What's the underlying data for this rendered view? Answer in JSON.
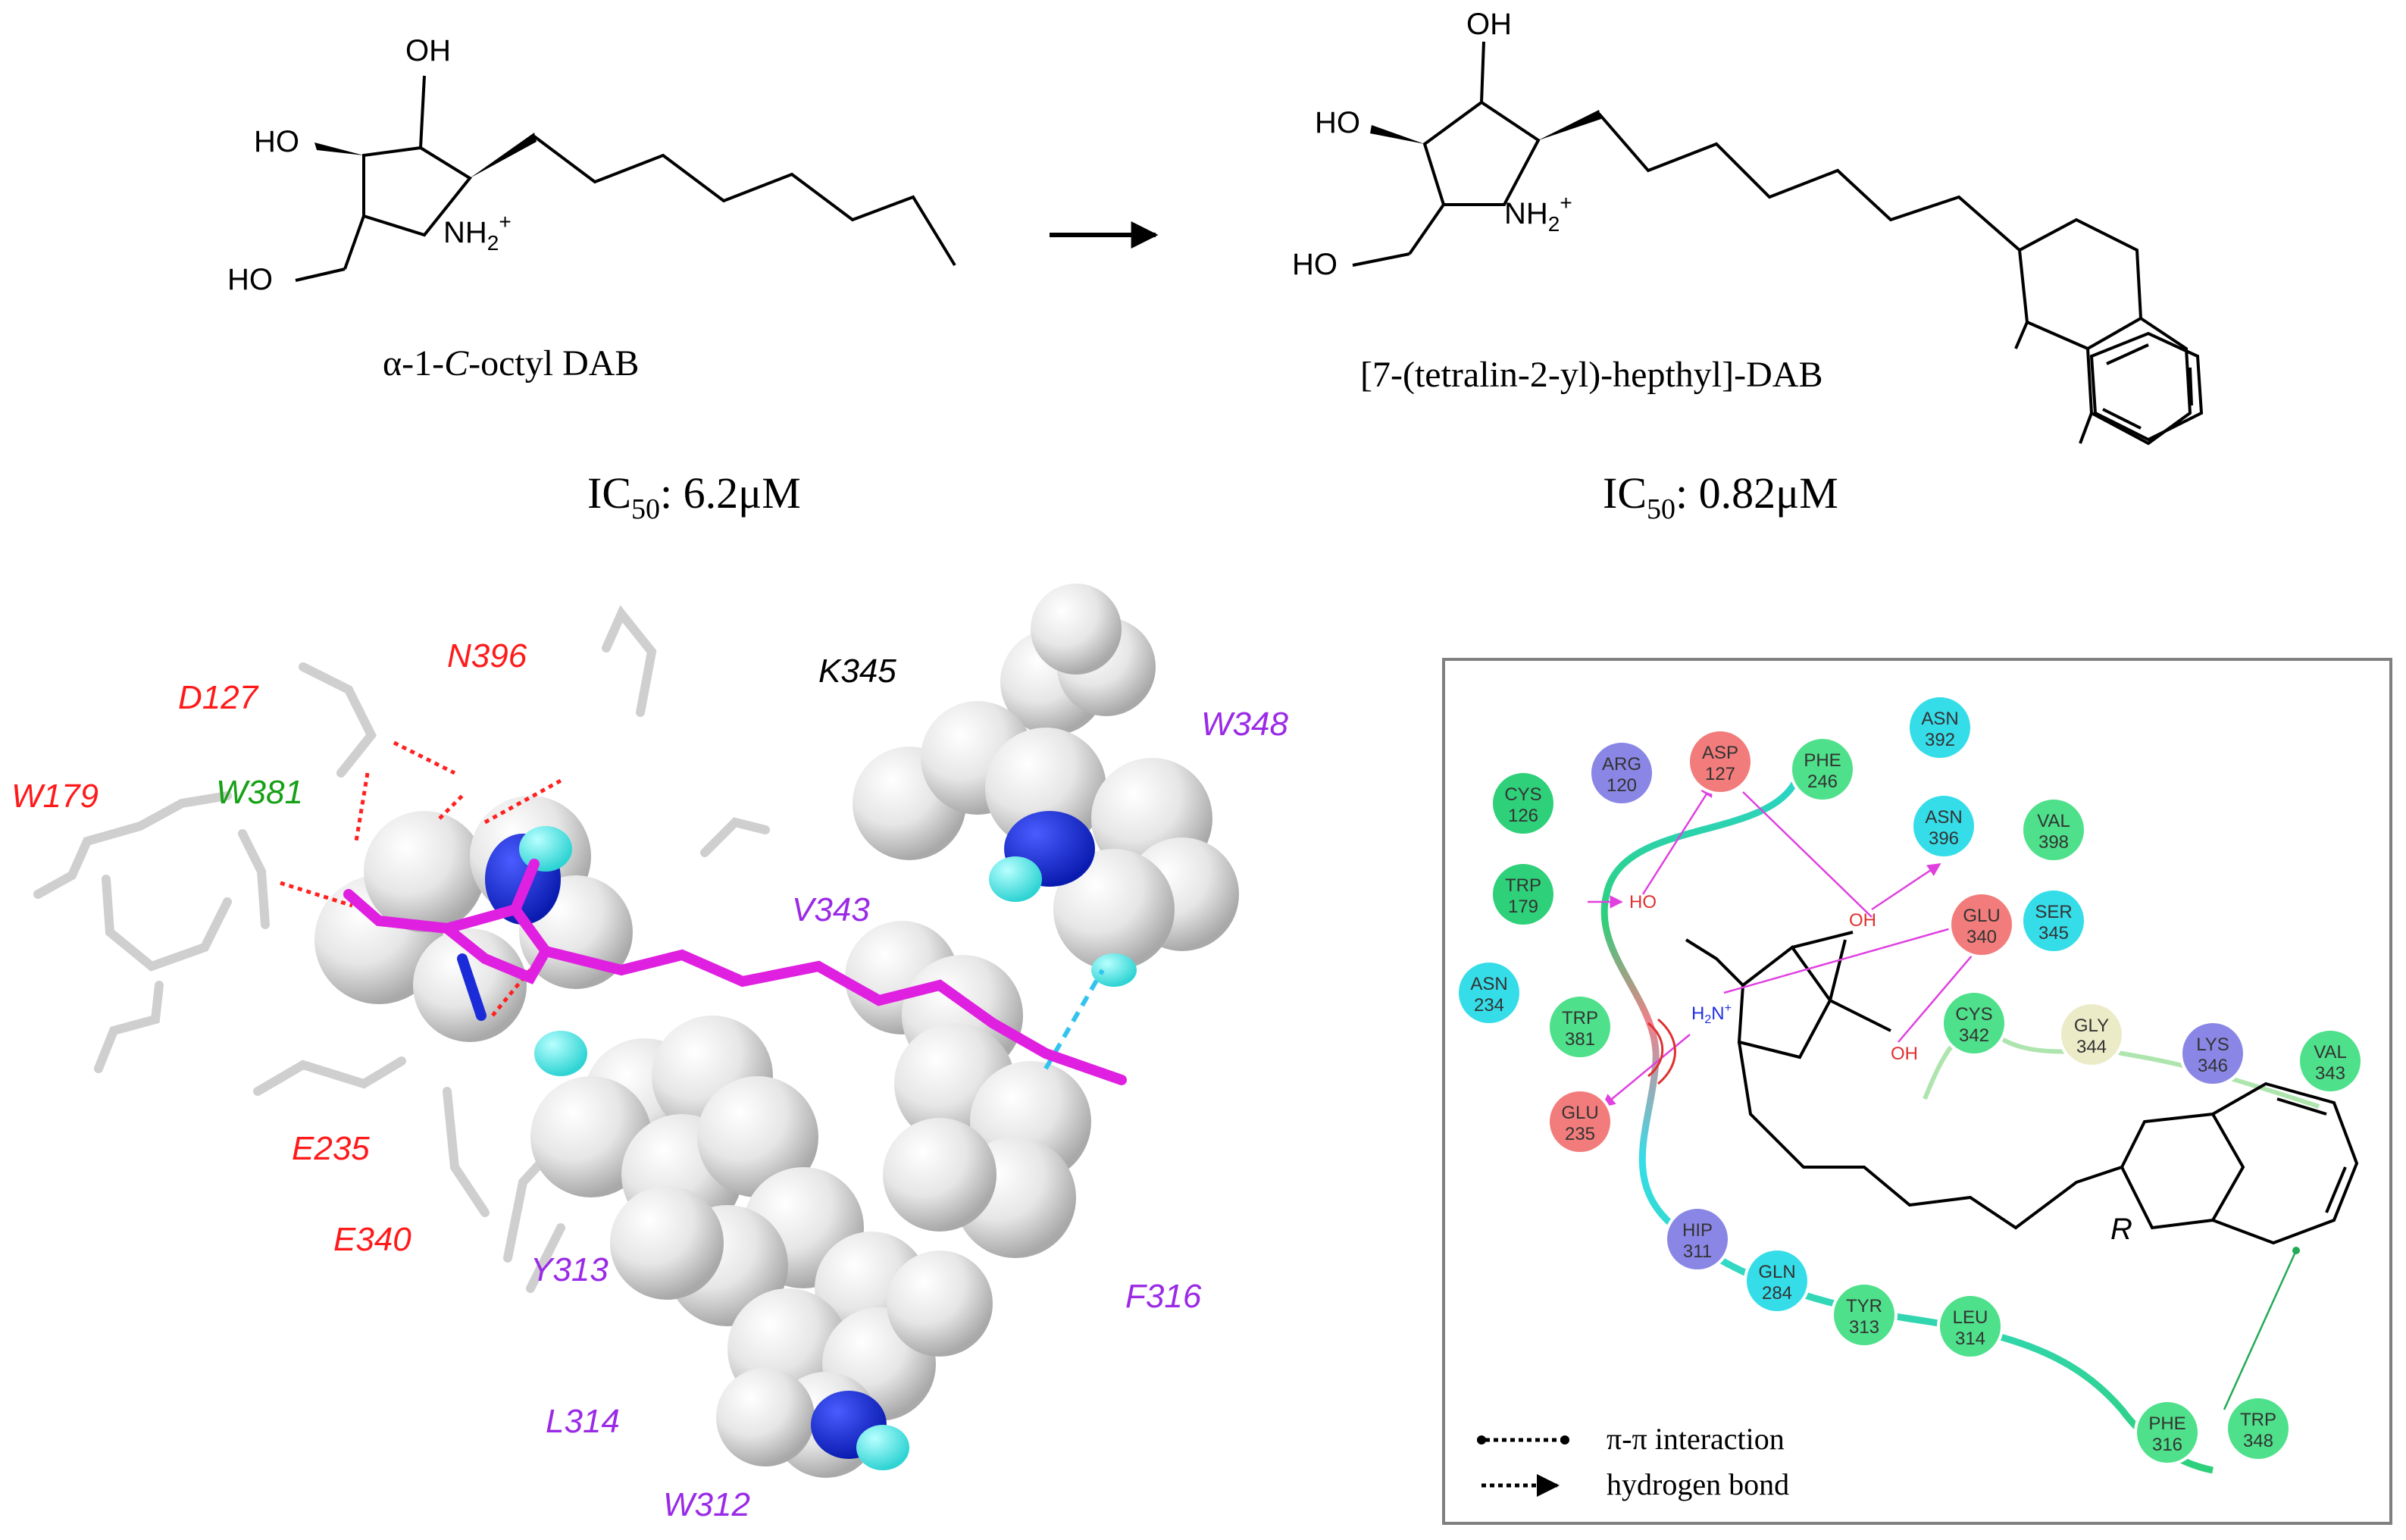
{
  "top": {
    "mol1": {
      "atoms": {
        "oh_top": "OH",
        "ho_left": "HO",
        "nh2": "NH",
        "nh2_sub": "2",
        "nh2_sup": "+",
        "ho_bottom": "HO"
      },
      "name_prefix": "α-1-",
      "name_italic": "C",
      "name_suffix": "-octyl DAB",
      "ic50_label": "IC",
      "ic50_sub": "50",
      "ic50_value": ": 6.2μM"
    },
    "mol2": {
      "atoms": {
        "oh_top": "OH",
        "ho_left": "HO",
        "nh2": "NH",
        "nh2_sub": "2",
        "nh2_sup": "+",
        "ho_bottom": "HO"
      },
      "name": "[7-(tetralin-2-yl)-hepthyl]-DAB",
      "ic50_label": "IC",
      "ic50_sub": "50",
      "ic50_value": ": 0.82μM"
    }
  },
  "residue_labels": {
    "N396": "N396",
    "D127": "D127",
    "K345": "K345",
    "W348": "W348",
    "W179": "W179",
    "W381": "W381",
    "V343": "V343",
    "E235": "E235",
    "E340": "E340",
    "Y313": "Y313",
    "F316": "F316",
    "L314": "L314",
    "W312": "W312"
  },
  "interaction_map": {
    "residues": [
      {
        "key": "cys126",
        "name": "CYS",
        "num": "126",
        "color": "#2fd07a"
      },
      {
        "key": "arg120",
        "name": "ARG",
        "num": "120",
        "color": "#8a86e6"
      },
      {
        "key": "asp127",
        "name": "ASP",
        "num": "127",
        "color": "#f27c7c"
      },
      {
        "key": "phe246",
        "name": "PHE",
        "num": "246",
        "color": "#4ee08a"
      },
      {
        "key": "asn392",
        "name": "ASN",
        "num": "392",
        "color": "#35dde9"
      },
      {
        "key": "asn396",
        "name": "ASN",
        "num": "396",
        "color": "#35dde9"
      },
      {
        "key": "val398",
        "name": "VAL",
        "num": "398",
        "color": "#4ee08a"
      },
      {
        "key": "trp179",
        "name": "TRP",
        "num": "179",
        "color": "#2fd07a"
      },
      {
        "key": "glu340",
        "name": "GLU",
        "num": "340",
        "color": "#f27c7c"
      },
      {
        "key": "ser345",
        "name": "SER",
        "num": "345",
        "color": "#35dde9"
      },
      {
        "key": "asn234",
        "name": "ASN",
        "num": "234",
        "color": "#35dde9"
      },
      {
        "key": "trp381",
        "name": "TRP",
        "num": "381",
        "color": "#4ee08a"
      },
      {
        "key": "cys342",
        "name": "CYS",
        "num": "342",
        "color": "#4ee08a"
      },
      {
        "key": "gly344",
        "name": "GLY",
        "num": "344",
        "color": "#ecebc8"
      },
      {
        "key": "lys346",
        "name": "LYS",
        "num": "346",
        "color": "#8a86e6"
      },
      {
        "key": "val343",
        "name": "VAL",
        "num": "343",
        "color": "#4ee08a"
      },
      {
        "key": "glu235",
        "name": "GLU",
        "num": "235",
        "color": "#f27c7c"
      },
      {
        "key": "hip311",
        "name": "HIP",
        "num": "311",
        "color": "#8a86e6"
      },
      {
        "key": "gln284",
        "name": "GLN",
        "num": "284",
        "color": "#35dde9"
      },
      {
        "key": "tyr313",
        "name": "TYR",
        "num": "313",
        "color": "#4ee08a"
      },
      {
        "key": "leu314",
        "name": "LEU",
        "num": "314",
        "color": "#4ee08a"
      },
      {
        "key": "phe316",
        "name": "PHE",
        "num": "316",
        "color": "#4ee08a"
      },
      {
        "key": "trp348",
        "name": "TRP",
        "num": "348",
        "color": "#4ee08a"
      }
    ],
    "ligand_atoms": {
      "ho": "HO",
      "oh_upper": "OH",
      "oh_lower": "OH",
      "h2n": "H",
      "h2n_sub": "2",
      "h2n_rest": "N",
      "h2n_sup": "+",
      "stereo": "R"
    },
    "legend": {
      "pi_pi": "π-π interaction",
      "hbond": "hydrogen bond"
    }
  }
}
